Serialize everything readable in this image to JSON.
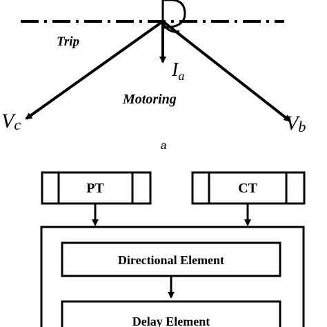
{
  "phasor": {
    "trip_label": "Trip",
    "motoring_label": "Motoring",
    "ia_main": "I",
    "ia_sub": "a",
    "vc_main": "V",
    "vc_sub": "c",
    "vb_main": "V",
    "vb_sub": "b"
  },
  "caption": "a",
  "block": {
    "pt_label": "PT",
    "ct_label": "CT",
    "directional_label": "Directional Element",
    "delay_label": "Delay Element"
  }
}
